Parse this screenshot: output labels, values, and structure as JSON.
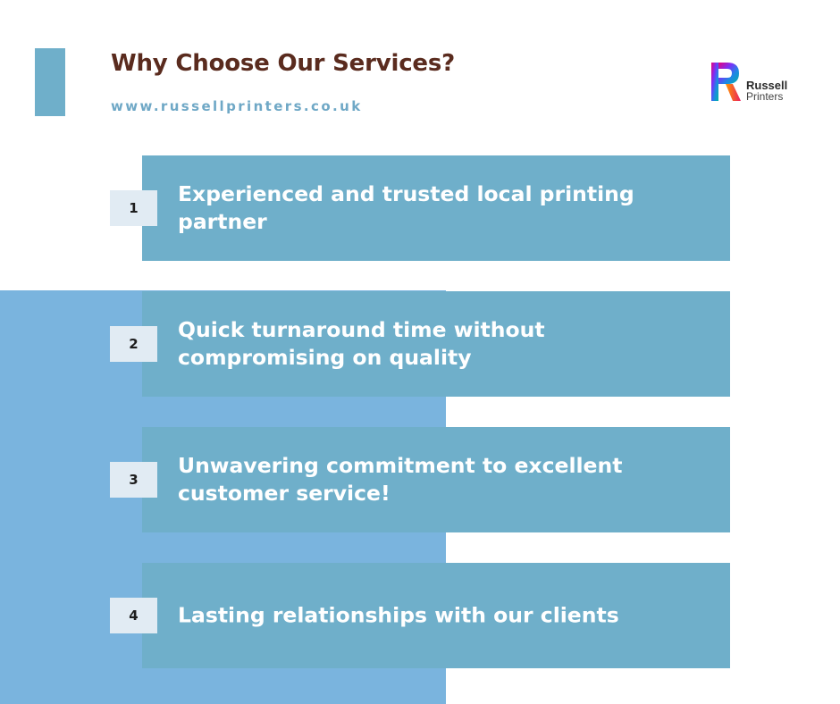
{
  "header": {
    "title": "Why Choose Our Services?",
    "website": "www.russellprinters.co.uk"
  },
  "logo": {
    "word1": "Russell",
    "word2": "Printers"
  },
  "items": [
    {
      "number": "1",
      "text": "Experienced and trusted local printing partner"
    },
    {
      "number": "2",
      "text": "Quick turnaround time without compromising on quality"
    },
    {
      "number": "3",
      "text": "Unwavering commitment to excellent customer service!"
    },
    {
      "number": "4",
      "text": "Lasting relationships with our clients"
    }
  ],
  "colors": {
    "title": "#5a2b1e",
    "card": "#6fafca",
    "background_panel": "#7ab4de",
    "number_box": "#e1ebf3",
    "website": "#6fa8c6"
  }
}
